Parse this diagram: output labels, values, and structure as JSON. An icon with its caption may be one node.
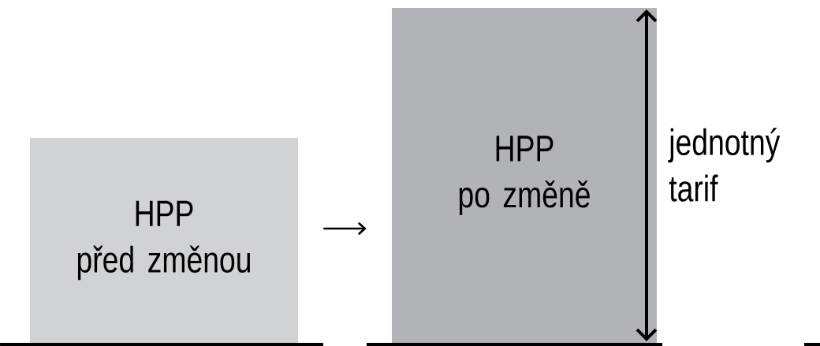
{
  "diagram": {
    "nodes": [
      {
        "text": [
          "HPP",
          "před změnou"
        ]
      },
      {
        "text": [
          "HPP",
          "po změně"
        ],
        "beside": [
          "jednotný tarif"
        ]
      }
    ],
    "edges": [
      {
        "from": 0,
        "to": 1,
        "arrow": "to"
      }
    ]
  }
}
